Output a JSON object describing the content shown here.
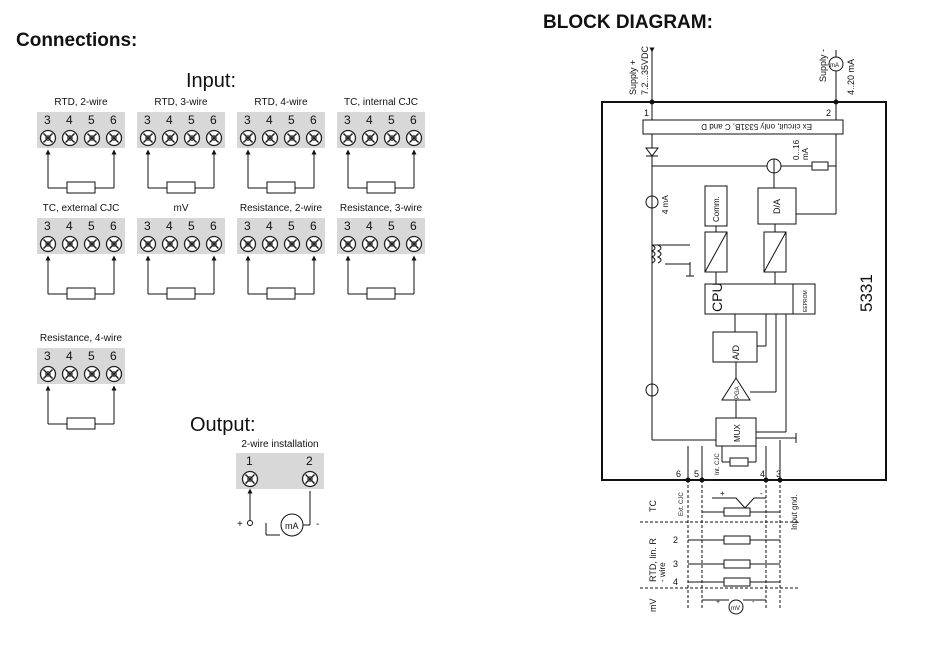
{
  "headings": {
    "connections": "Connections:",
    "block_diagram": "BLOCK DIAGRAM:"
  },
  "input_title": "Input:",
  "output_title": "Output:",
  "terminal_numbers": [
    "3",
    "4",
    "5",
    "6"
  ],
  "input_modules": [
    {
      "label": "RTD, 2-wire"
    },
    {
      "label": "RTD, 3-wire"
    },
    {
      "label": "RTD, 4-wire"
    },
    {
      "label": "TC, internal CJC"
    },
    {
      "label": "TC, external CJC"
    },
    {
      "label": "mV"
    },
    {
      "label": "Resistance, 2-wire"
    },
    {
      "label": "Resistance, 3-wire"
    },
    {
      "label": "Resistance, 4-wire"
    }
  ],
  "output": {
    "label": "2-wire installation",
    "terminals": [
      "1",
      "2"
    ],
    "meter": "mA",
    "plus": "+",
    "minus": "-"
  },
  "block": {
    "supply_plus": "Supply +",
    "supply_range": "7.2...35VDC",
    "supply_minus": "Supply -",
    "loop_range": "4..20 mA",
    "meter": "mA",
    "ex_circuit": "Ex circuit, only 5331B, C and D",
    "model": "5331",
    "source_16": "0...16",
    "source_16_unit": "mA",
    "source_4": "4 mA",
    "comm": "Comm.",
    "da": "D/A",
    "cpu": "CPU",
    "eeprom": "EEPROM",
    "ad": "A/D",
    "pga": "PGA",
    "mux": "MUX",
    "int_cjc": "Int. CJC",
    "pins_top": [
      "1",
      "2"
    ],
    "pins_bottom": [
      "6",
      "5",
      "4",
      "3"
    ],
    "input_gnd": "Input gnd.",
    "tc": "TC",
    "ext_cjc": "Ext. CJC",
    "rtd_lin_r": "RTD, lin. R",
    "wire": "- wire",
    "wire_counts": [
      "2",
      "3",
      "4"
    ],
    "mv": "mV",
    "mv_meter": "mV",
    "plus": "+",
    "minus": "-"
  }
}
